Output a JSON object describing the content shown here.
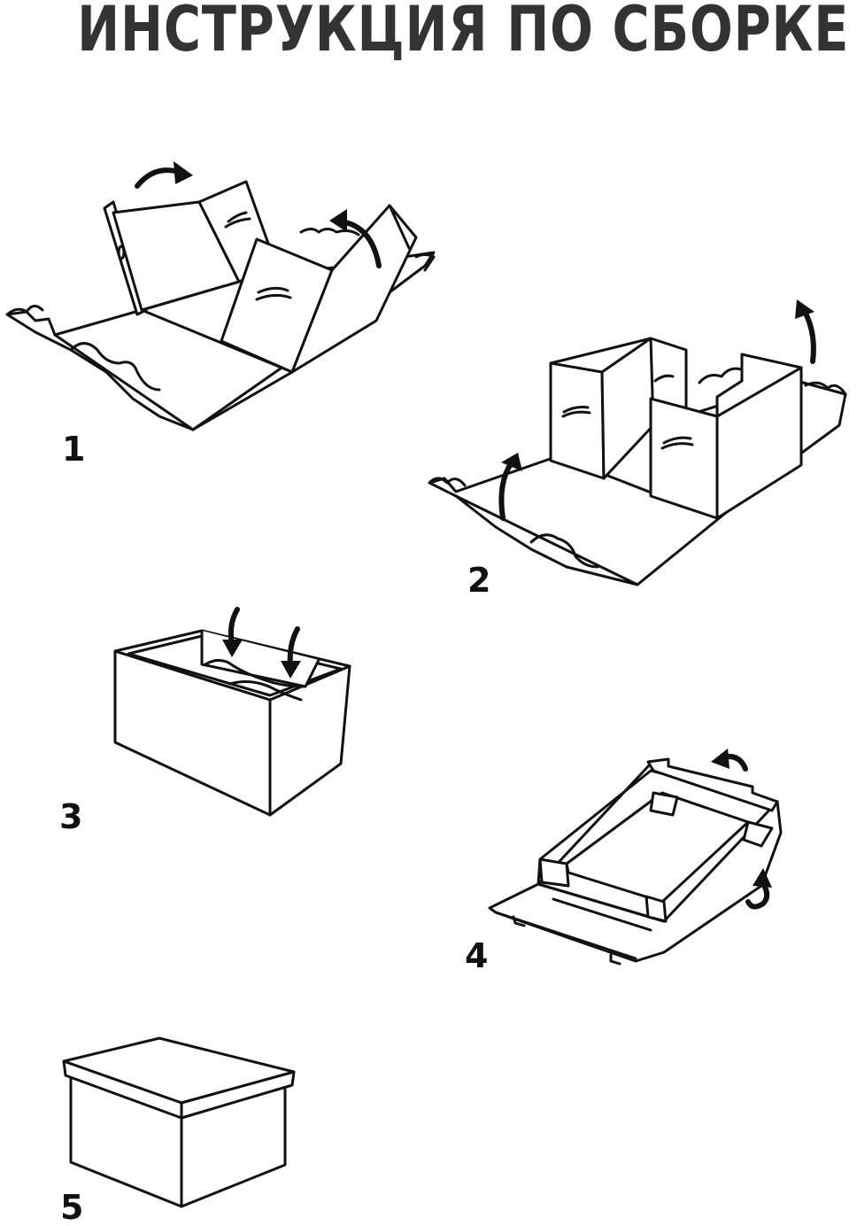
{
  "header": {
    "title": "ИНСТРУКЦИЯ ПО СБОРКЕ"
  },
  "steps": [
    {
      "number": "1"
    },
    {
      "number": "2"
    },
    {
      "number": "3"
    },
    {
      "number": "4"
    },
    {
      "number": "5"
    }
  ],
  "colors": {
    "ink": "#111111",
    "title": "#333333",
    "background": "#ffffff"
  }
}
